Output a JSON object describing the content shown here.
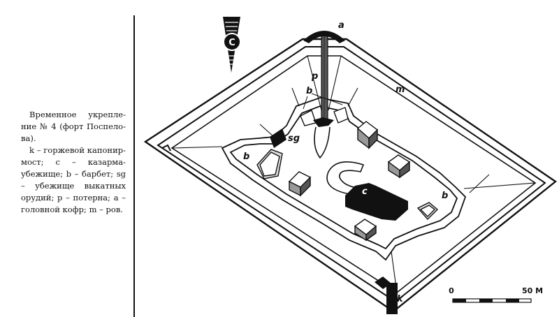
{
  "caption": {
    "title": "Временное укрепле­ние № 4 (форт Поспело­ва).",
    "legend": "k – горжевой капо­нир-мост; с – казарма-убежище; b – барбет; sg – убежище выкатных орудий; р – потерна; а – головной кофр; m – ров."
  },
  "compass": {
    "letter": "С",
    "icon": "north-arrow-icon"
  },
  "labels": {
    "a": "a",
    "p": "p",
    "m": "m",
    "b_top": "b",
    "b_left": "b",
    "b_right": "b",
    "sg": "sg",
    "c": "c",
    "k": "k"
  },
  "scale": {
    "start": "0",
    "end": "50 M"
  }
}
